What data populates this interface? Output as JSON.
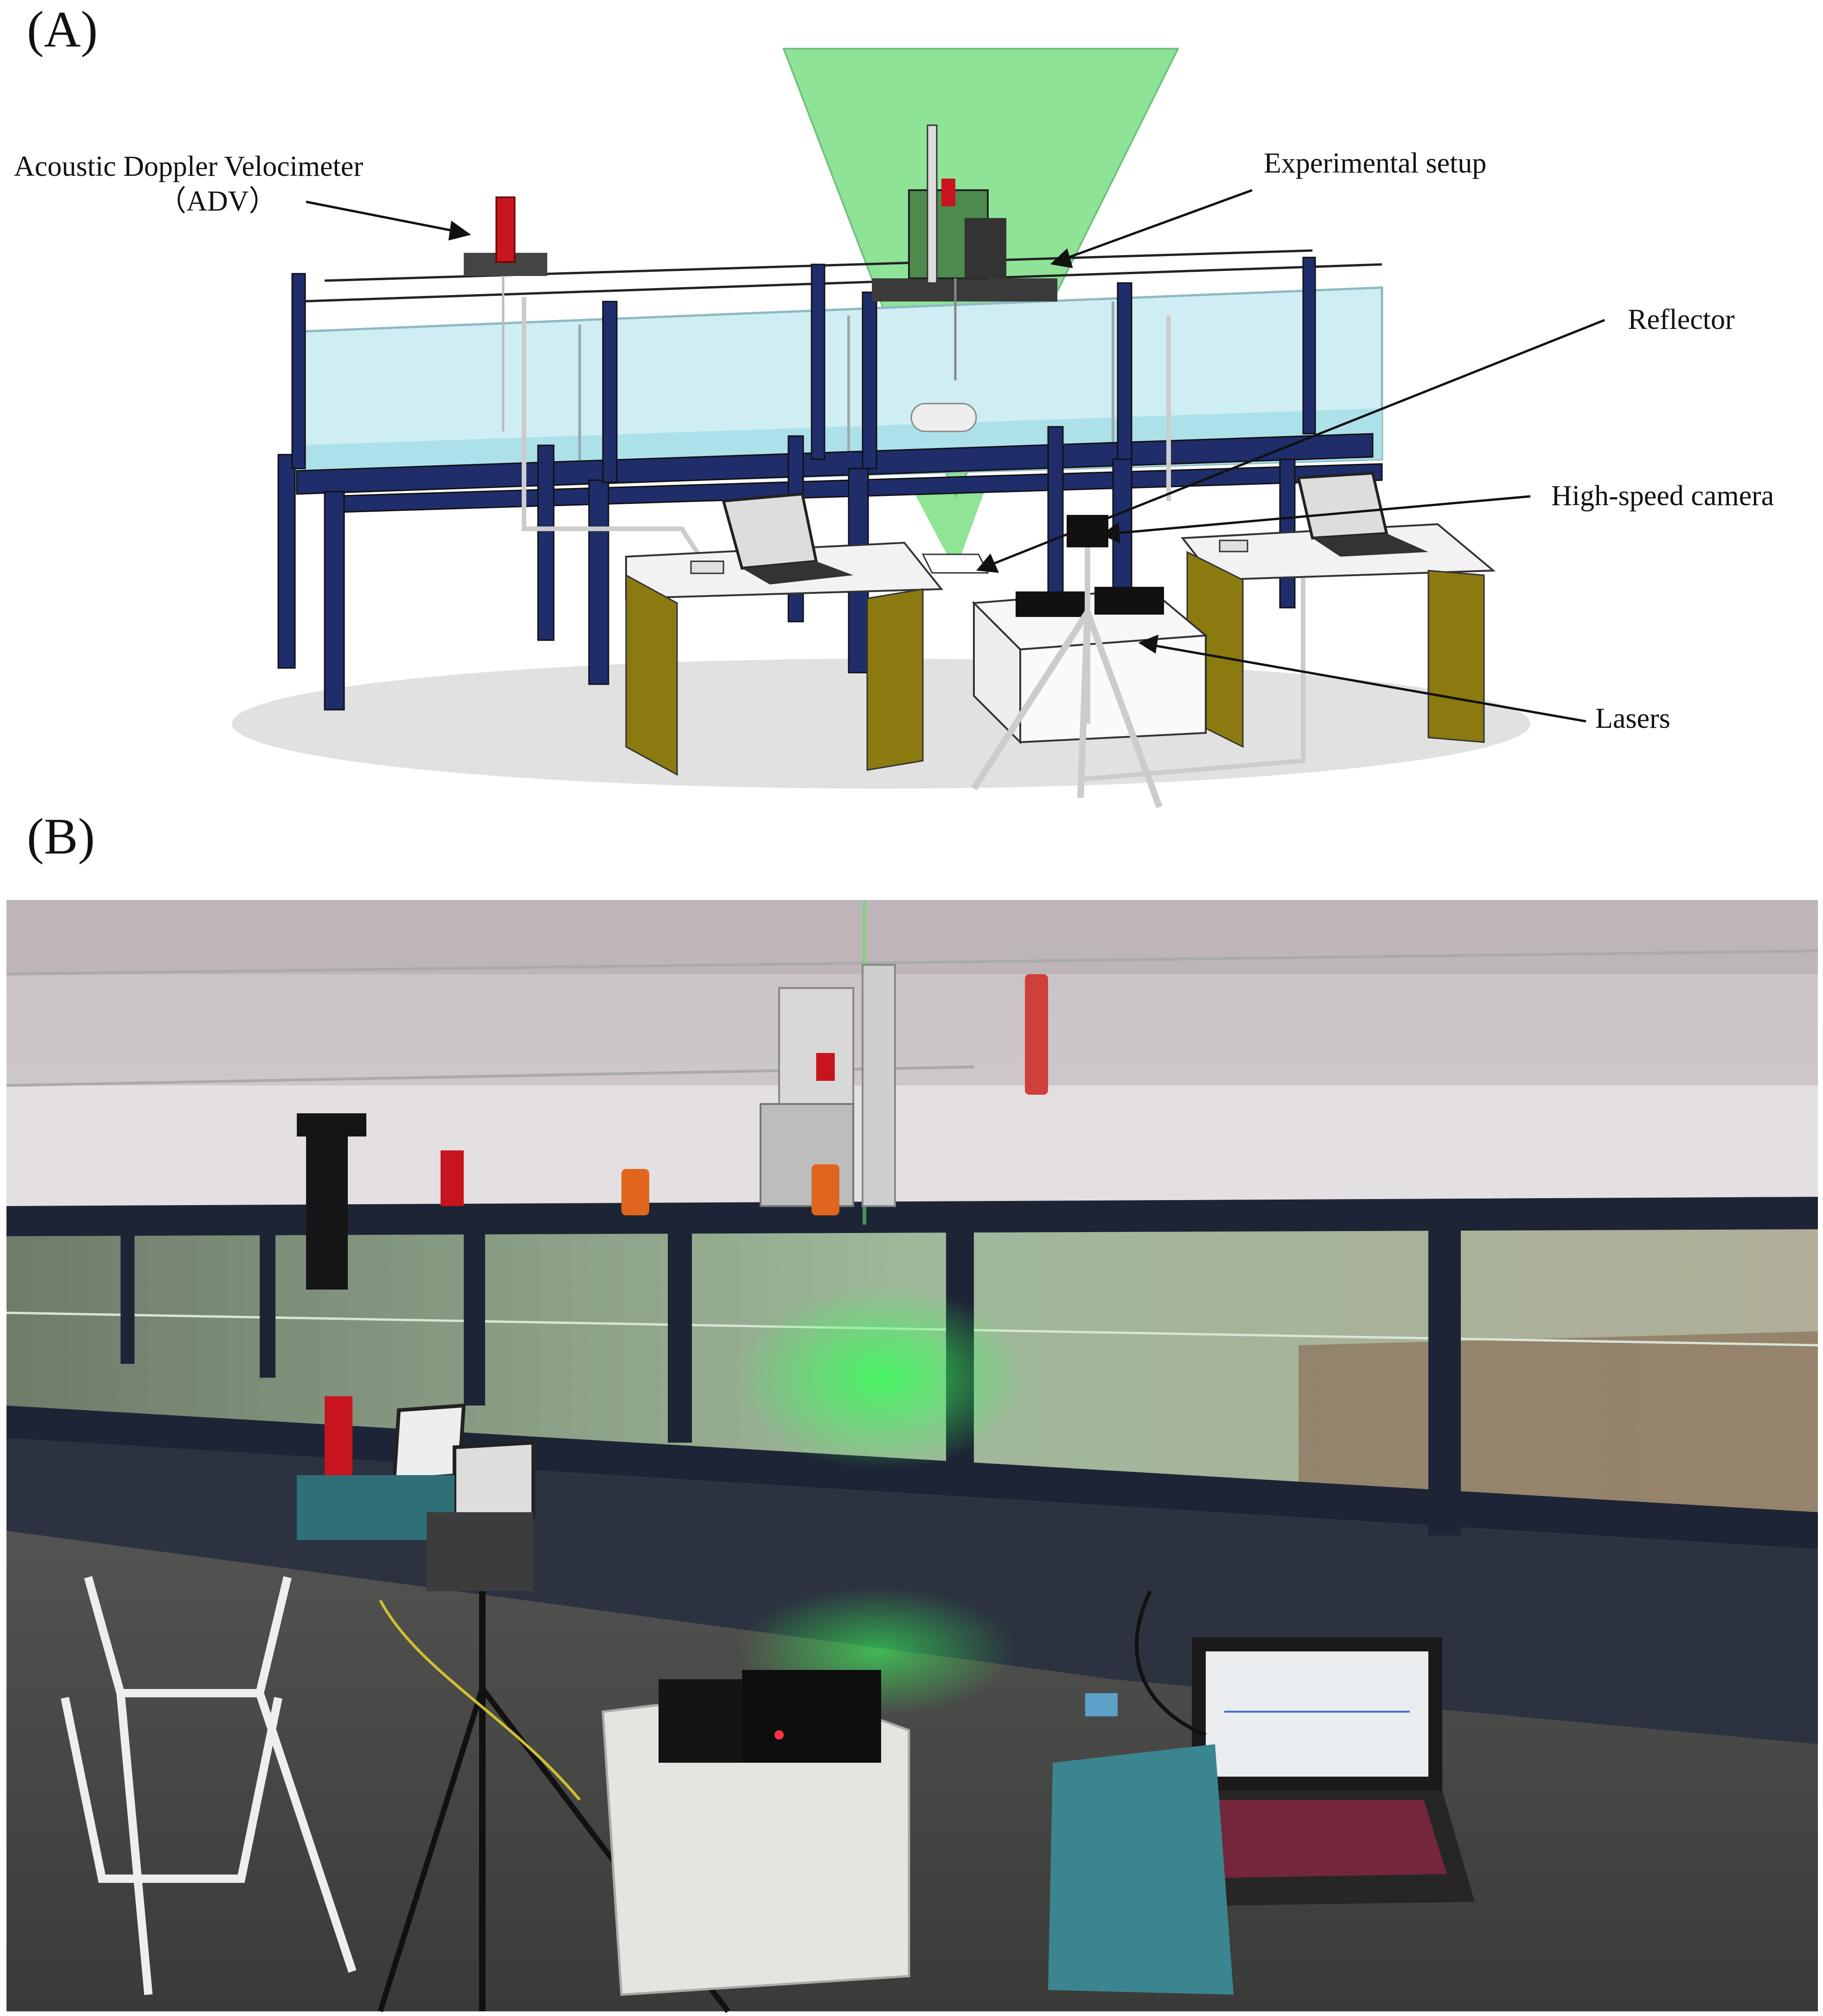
{
  "panel_a": {
    "label": "(A)",
    "annotations": {
      "adv_line1": "Acoustic Doppler Velocimeter",
      "adv_line2": "（ADV）",
      "experimental_setup": "Experimental setup",
      "reflector": "Reflector",
      "camera": "High-speed camera",
      "lasers": "Lasers"
    }
  },
  "panel_b": {
    "label": "(B)"
  },
  "colors": {
    "frame": "#1f2d6b",
    "water": "#cfeef3",
    "laser_sheet": "#5fd86a",
    "table_leg": "#8a7a10",
    "adv_body": "#c8141e"
  }
}
